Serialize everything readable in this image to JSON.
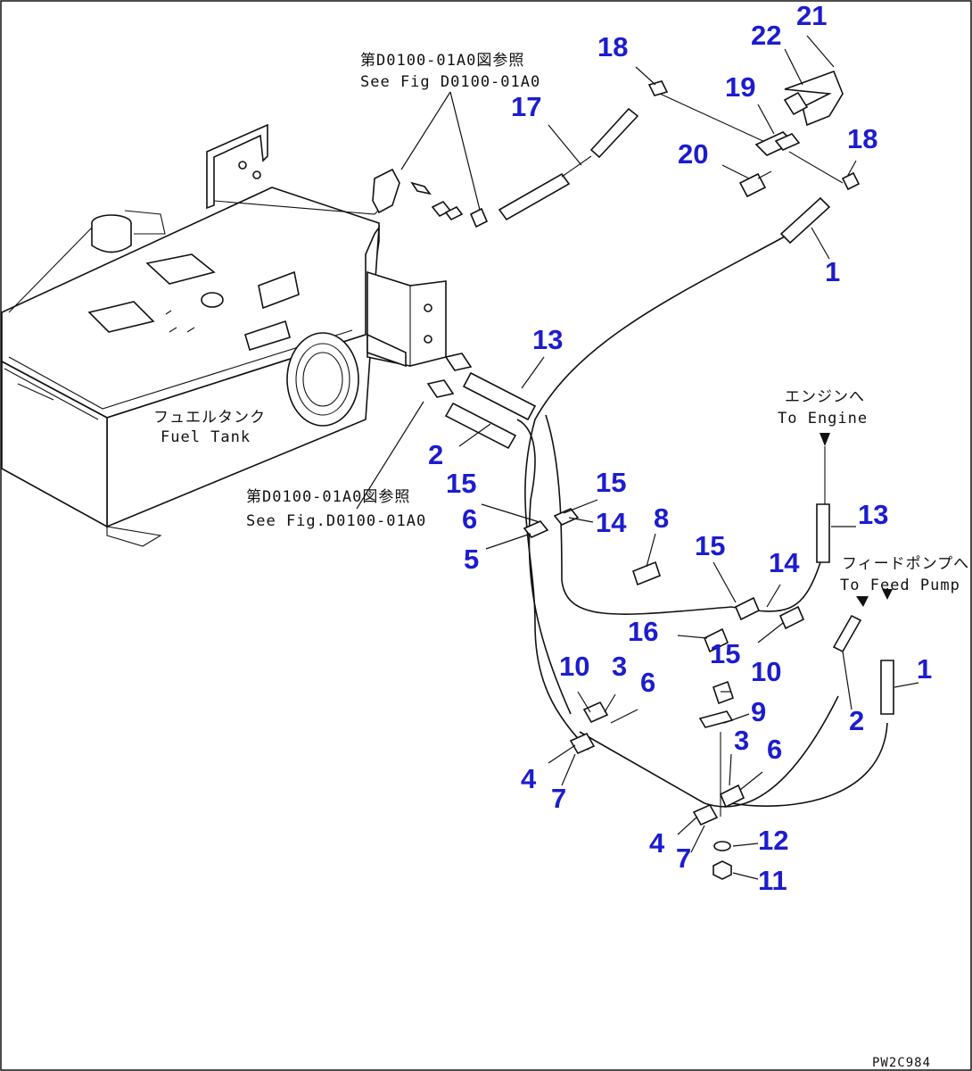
{
  "drawing": {
    "code": "PW2C984",
    "tank_label_jp": "フュエルタンク",
    "tank_label_en": "Fuel Tank",
    "ref_top_jp": "第D0100-01A0図参照",
    "ref_top_en": "See Fig D0100-01A0",
    "ref_mid_jp": "第D0100-01A0図参照",
    "ref_mid_en": "See Fig.D0100-01A0",
    "engine_jp": "エンジンへ",
    "engine_en": "To Engine",
    "pump_jp": "フィードポンプへ",
    "pump_en": "To Feed Pump"
  },
  "callouts": [
    "1",
    "1",
    "2",
    "2",
    "3",
    "3",
    "4",
    "4",
    "5",
    "6",
    "6",
    "6",
    "7",
    "7",
    "8",
    "9",
    "10",
    "10",
    "11",
    "12",
    "13",
    "13",
    "14",
    "14",
    "15",
    "15",
    "15",
    "15",
    "16",
    "17",
    "18",
    "18",
    "19",
    "20",
    "21",
    "22"
  ],
  "colors": {
    "callout": "#1c1ccf",
    "line": "#111111",
    "background": "#ffffff"
  }
}
